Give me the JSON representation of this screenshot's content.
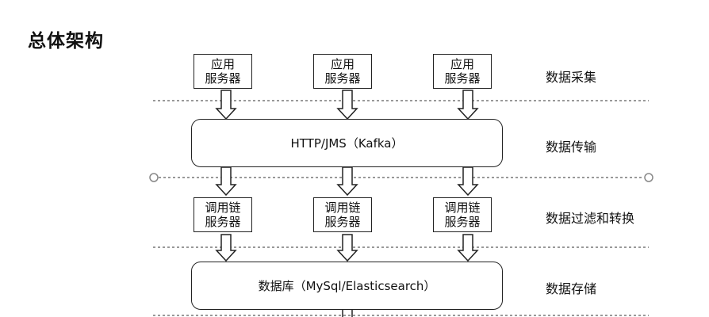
{
  "title": "总体架构",
  "layers": [
    {
      "id": "collect",
      "label": "数据采集"
    },
    {
      "id": "transfer",
      "label": "数据传输"
    },
    {
      "id": "filter",
      "label": "数据过滤和转换"
    },
    {
      "id": "store",
      "label": "数据存储"
    }
  ],
  "app_servers": [
    {
      "line1": "应用",
      "line2": "服务器"
    },
    {
      "line1": "应用",
      "line2": "服务器"
    },
    {
      "line1": "应用",
      "line2": "服务器"
    }
  ],
  "transport_box": "HTTP/JMS（Kafka）",
  "chain_servers": [
    {
      "line1": "调用链",
      "line2": "服务器"
    },
    {
      "line1": "调用链",
      "line2": "服务器"
    },
    {
      "line1": "调用链",
      "line2": "服务器"
    }
  ],
  "storage_box": "数据库（MySql/Elasticsearch）"
}
